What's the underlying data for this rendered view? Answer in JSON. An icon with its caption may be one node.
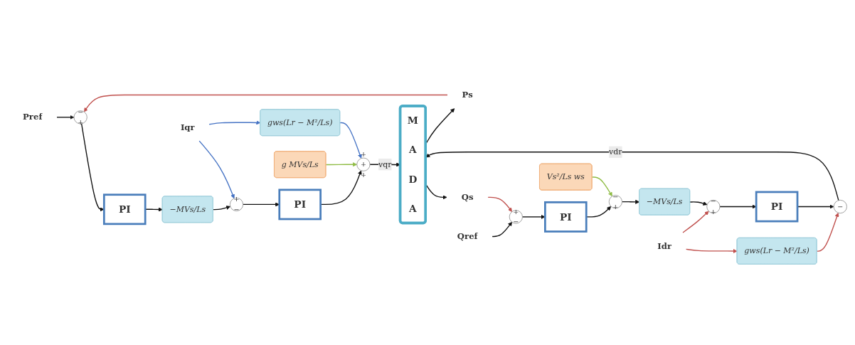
{
  "diagram": {
    "nodes": [
      {
        "text": [
          "Pref"
        ]
      },
      {
        "text": [
          "−",
          "+"
        ]
      },
      {
        "text": [
          "PI"
        ]
      },
      {
        "text": [
          "−MVs/Ls"
        ]
      },
      {
        "text": [
          "+",
          "−"
        ]
      },
      {
        "text": [
          "PI"
        ]
      },
      {
        "text": [
          "g MVs/Ls"
        ]
      },
      {
        "text": [
          "+",
          "+",
          "+"
        ]
      },
      {
        "text": [
          "M A D A"
        ]
      },
      {
        "text": [
          "Ps"
        ]
      },
      {
        "text": [
          "Iqr"
        ]
      },
      {
        "text": [
          "gws(Lr − M²/Ls)"
        ]
      },
      {
        "text": [
          "Idr"
        ]
      },
      {
        "text": [
          "gws(Lr − M²/Ls)"
        ]
      },
      {
        "text": [
          "Vs²/Ls ws"
        ]
      },
      {
        "text": [
          "Qref"
        ]
      },
      {
        "text": [
          "+",
          "−"
        ]
      },
      {
        "text": [
          "PI"
        ]
      },
      {
        "text": [
          "−",
          "+"
        ]
      },
      {
        "text": [
          "−MVs/Ls"
        ]
      },
      {
        "text": [
          "−",
          "+"
        ]
      },
      {
        "text": [
          "PI"
        ]
      },
      {
        "text": [
          "−"
        ]
      },
      {
        "text": [
          "Qs"
        ]
      }
    ],
    "edges": [
      {
        "from": 0,
        "to": 1,
        "arrow": "to"
      },
      {
        "from": 1,
        "to": 2,
        "arrow": "to"
      },
      {
        "from": 2,
        "to": 3,
        "arrow": "to"
      },
      {
        "from": 3,
        "to": 4,
        "arrow": "to"
      },
      {
        "from": 4,
        "to": 5,
        "arrow": "to"
      },
      {
        "from": 5,
        "to": 7,
        "arrow": "to"
      },
      {
        "from": 6,
        "to": 7,
        "arrow": "to",
        "color": "#8fbc45"
      },
      {
        "from": 7,
        "to": 8,
        "arrow": "to",
        "label": "vqr"
      },
      {
        "from": 8,
        "to": 9,
        "arrow": "to"
      },
      {
        "from": 9,
        "to": 1,
        "arrow": "to",
        "color": "#c0504d"
      },
      {
        "from": 10,
        "to": 4,
        "arrow": "to",
        "color": "#4472c4"
      },
      {
        "from": 10,
        "to": 13,
        "arrow": "to",
        "color": "#4472c4"
      },
      {
        "from": 12,
        "to": 11,
        "arrow": "to",
        "color": "#c0504d"
      },
      {
        "from": 12,
        "to": 20,
        "arrow": "to",
        "color": "#c0504d"
      },
      {
        "from": 11,
        "to": 22,
        "arrow": "to",
        "color": "#c0504d"
      },
      {
        "from": 13,
        "to": 7,
        "arrow": "to",
        "color": "#4472c4"
      },
      {
        "from": 15,
        "to": 16,
        "arrow": "to"
      },
      {
        "from": 16,
        "to": 17,
        "arrow": "to"
      },
      {
        "from": 17,
        "to": 18,
        "arrow": "to"
      },
      {
        "from": 14,
        "to": 18,
        "arrow": "to",
        "color": "#8fbc45"
      },
      {
        "from": 18,
        "to": 19,
        "arrow": "to"
      },
      {
        "from": 19,
        "to": 20,
        "arrow": "to"
      },
      {
        "from": 20,
        "to": 21,
        "arrow": "to"
      },
      {
        "from": 21,
        "to": 22,
        "arrow": "to"
      },
      {
        "from": 22,
        "to": 8,
        "arrow": "to",
        "label": "vdr"
      },
      {
        "from": 8,
        "to": 23,
        "arrow": "to"
      },
      {
        "from": 23,
        "to": 16,
        "arrow": "to",
        "color": "#c0504d"
      }
    ]
  }
}
